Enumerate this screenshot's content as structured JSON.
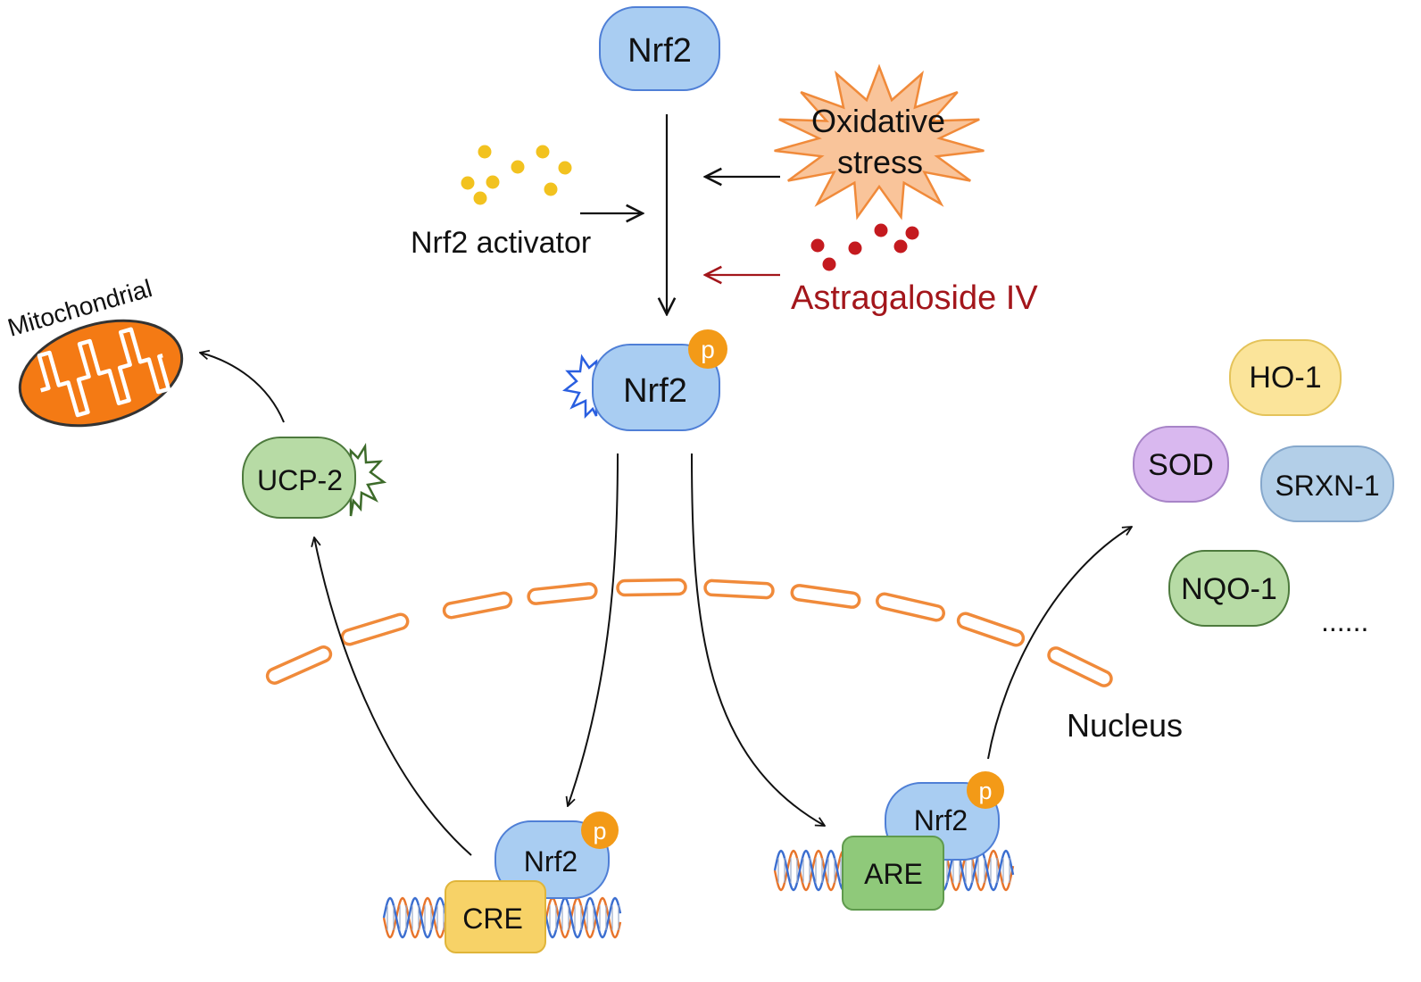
{
  "diagram": {
    "nrf2_top": {
      "label": "Nrf2"
    },
    "nrf2_phos": {
      "label": "Nrf2",
      "badge": "p"
    },
    "nrf2_cre": {
      "label": "Nrf2",
      "badge": "p"
    },
    "nrf2_are": {
      "label": "Nrf2",
      "badge": "p"
    },
    "oxidative_stress": {
      "line1": "Oxidative",
      "line2": "stress"
    },
    "nrf2_activator": {
      "label": "Nrf2 activator"
    },
    "astragaloside": {
      "label": "Astragaloside IV"
    },
    "mitochondrial": {
      "label": "Mitochondrial"
    },
    "ucp2": {
      "label": "UCP-2"
    },
    "cre": {
      "label": "CRE"
    },
    "are": {
      "label": "ARE"
    },
    "nucleus": {
      "label": "Nucleus"
    },
    "targets": {
      "ho1": "HO-1",
      "sod": "SOD",
      "srxn1": "SRXN-1",
      "nqo1": "NQO-1",
      "more": "......"
    },
    "colors": {
      "nrf2_fill": "#a9cdf2",
      "nrf2_stroke": "#4f7fd6",
      "badge_fill": "#f39a17",
      "burst_fill": "#f9c49a",
      "burst_stroke": "#f08a3a",
      "activator_dot": "#f2c21f",
      "astragaloside_dot": "#c41a1f",
      "astragaloside_text": "#a3161b",
      "mito_fill": "#f47a14",
      "membrane": "#f08a3a",
      "ucp2_fill": "#b7dba5",
      "cre_fill": "#f7d267",
      "are_fill": "#8fc97a",
      "ho1_fill": "#fbe49a",
      "sod_fill": "#d9b8ef",
      "srxn1_fill": "#b3cfe8",
      "nqo1_fill": "#b7dba5",
      "dna_a": "#e8742a",
      "dna_b": "#3b6ed0"
    }
  }
}
